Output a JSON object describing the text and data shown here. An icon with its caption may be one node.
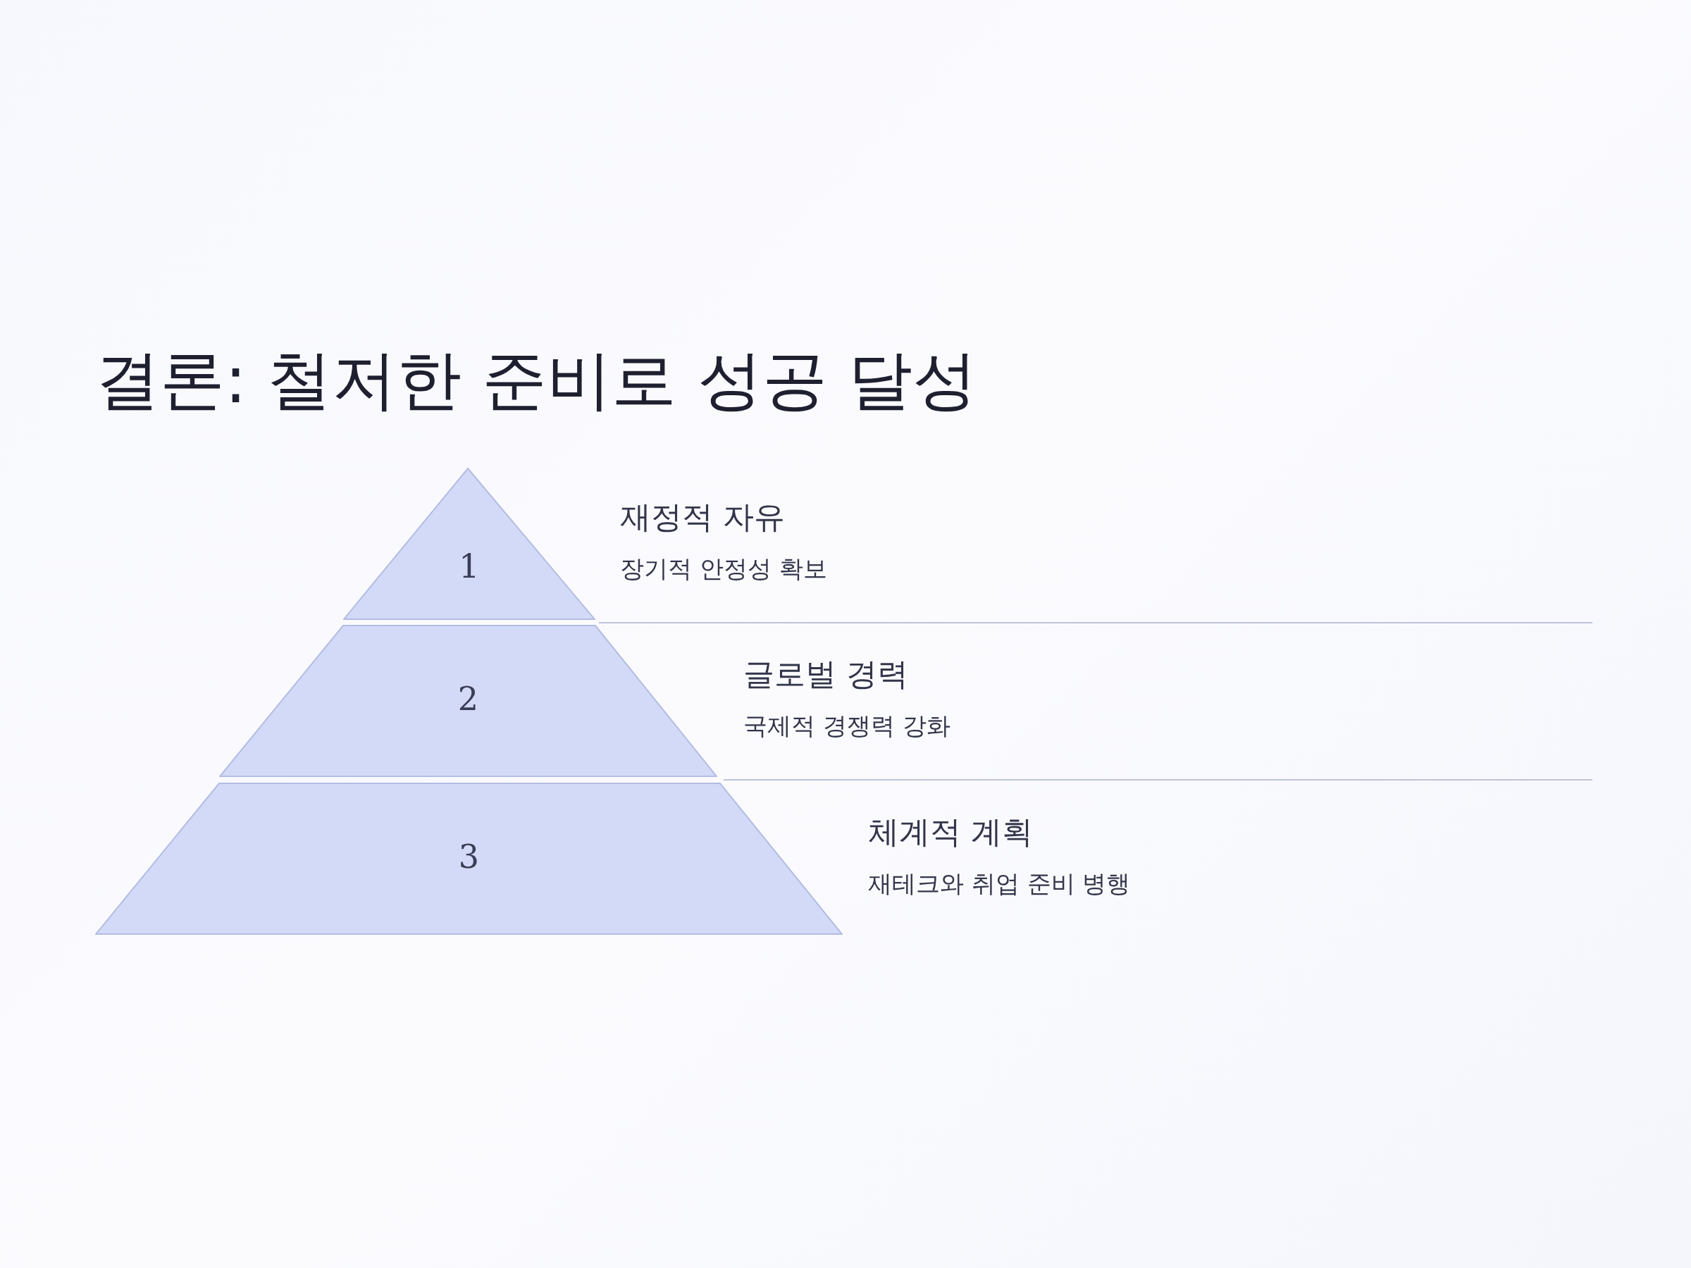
{
  "diagram": {
    "title": "결론: 철저한 준비로 성공 달성",
    "nodes": [
      {
        "text": [
          "1"
        ],
        "beside": [
          "재정적 자유",
          "장기적 안정성 확보"
        ]
      },
      {
        "text": [
          "2"
        ],
        "beside": [
          "글로벌 경력",
          "국제적 경쟁력 강화"
        ]
      },
      {
        "text": [
          "3"
        ],
        "beside": [
          "체계적 계획",
          "재테크와 취업 준비 병행"
        ]
      }
    ],
    "edges": []
  }
}
